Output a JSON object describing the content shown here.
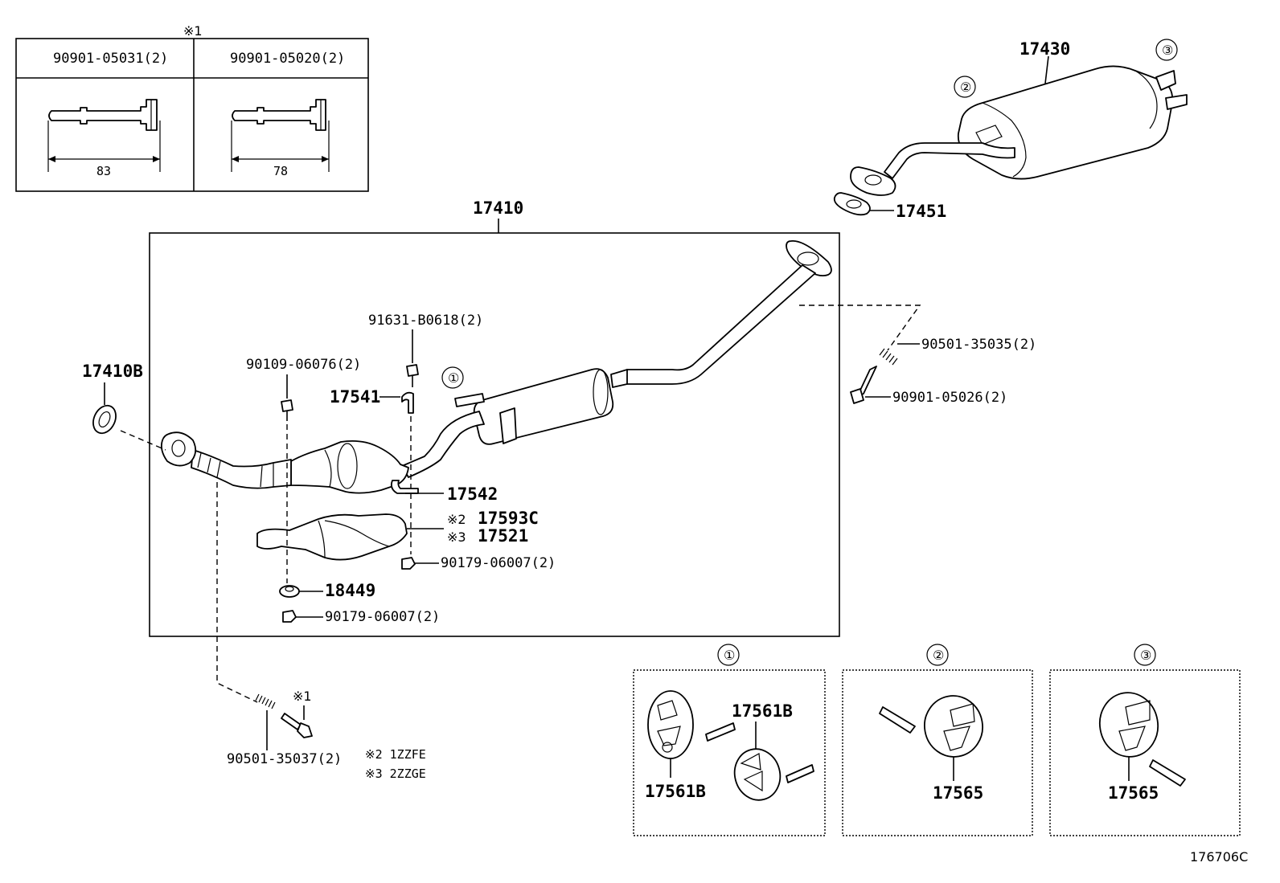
{
  "note_symbol": "※1",
  "bolt_table": {
    "col1_part": "90901-05031(2)",
    "col1_length": "83",
    "col2_part": "90901-05020(2)",
    "col2_length": "78"
  },
  "callouts": {
    "c1": "①",
    "c2": "②",
    "c3": "③"
  },
  "labels": {
    "p17430": "17430",
    "p17451": "17451",
    "p17410": "17410",
    "p17410B": "17410B",
    "p91631": "91631-B0618(2)",
    "p90109": "90109-06076(2)",
    "p17541": "17541",
    "p17542": "17542",
    "p17593C_mark": "※2",
    "p17593C": "17593C",
    "p17521_mark": "※3",
    "p17521": "17521",
    "p90179_a": "90179-06007(2)",
    "p18449": "18449",
    "p90179_b": "90179-06007(2)",
    "p90501_35035": "90501-35035(2)",
    "p90901_05026": "90901-05026(2)",
    "p90501_35037": "90501-35037(2)",
    "p17561B_a": "17561B",
    "p17561B_b": "17561B",
    "p17565_a": "17565",
    "p17565_b": "17565"
  },
  "legend": {
    "note1_mark": "※1",
    "note2": "※2 1ZZFE",
    "note3": "※3 2ZZGE"
  },
  "diagram_id": "176706C"
}
